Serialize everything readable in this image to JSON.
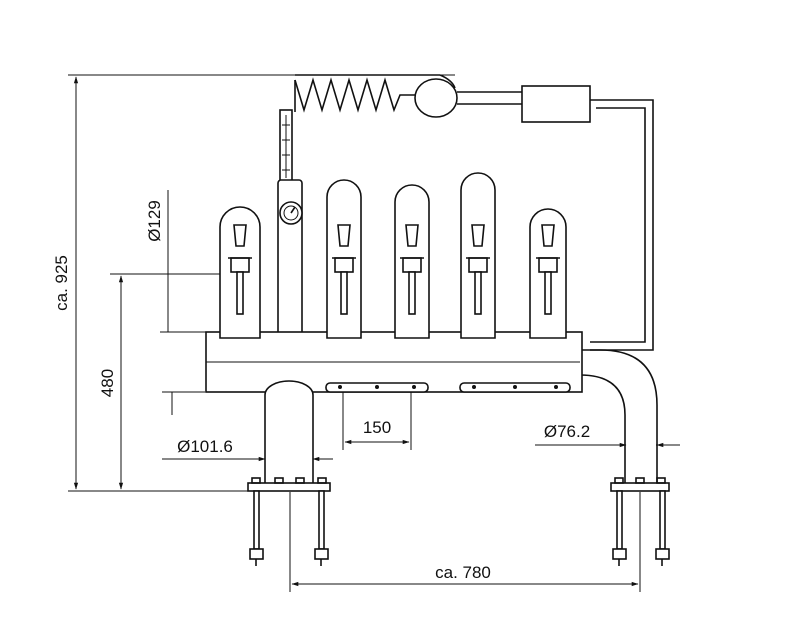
{
  "dimensions": {
    "total_height": "ca. 925",
    "lamp_diameter": "Ø129",
    "base_height": "480",
    "lamp_spacing": "150",
    "left_column_diameter": "Ø101.6",
    "right_pipe_diameter": "Ø76.2",
    "total_width": "ca. 780"
  }
}
